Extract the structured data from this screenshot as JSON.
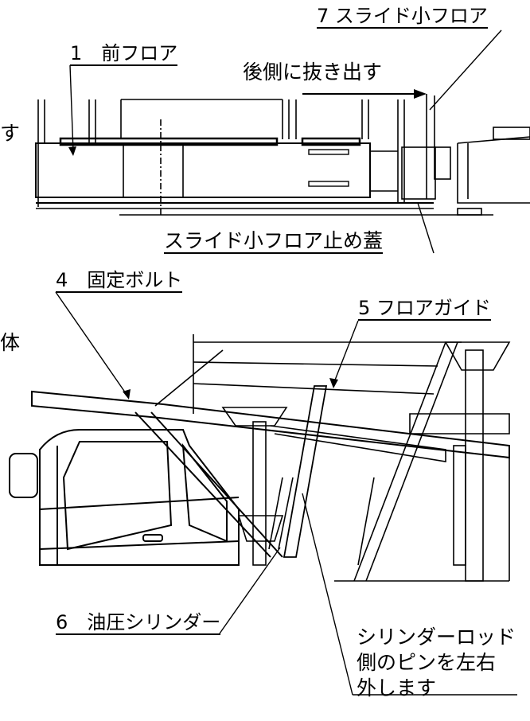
{
  "labels": {
    "slide_small_floor": "7 スライド小フロア",
    "front_floor": "1　前フロア",
    "pull_out_rear": "後側に抜き出す",
    "slide_floor_stopper_cover": "スライド小フロア止め蓋",
    "fixing_bolt": "4　固定ボルト",
    "floor_guide": "5 フロアガイド",
    "hydraulic_cylinder": "6　油圧シリンダー",
    "remove_pin_line1": "シリンダーロッド",
    "remove_pin_line2": "側のピンを左右",
    "remove_pin_line3": "外します",
    "left_cut_char_1": "す",
    "left_cut_char_2": "体"
  },
  "colors": {
    "line": "#000000",
    "background": "#ffffff"
  }
}
